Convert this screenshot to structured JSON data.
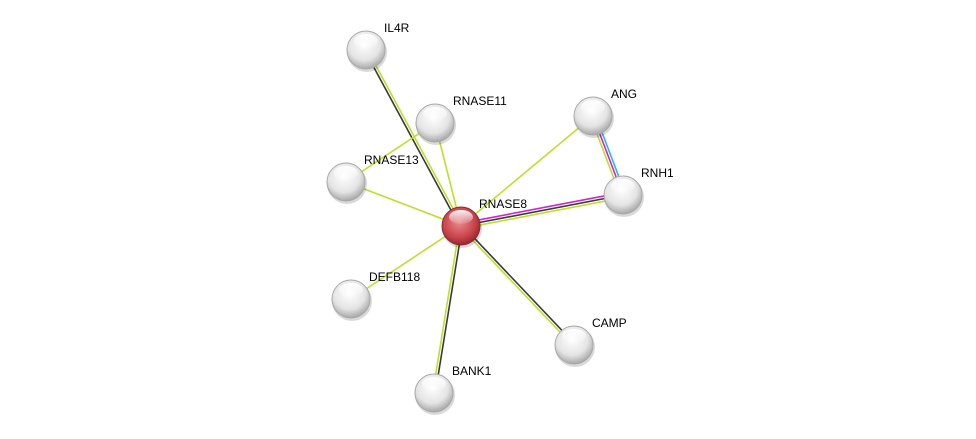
{
  "edge_colors": {
    "textmining": "#bfdf2a",
    "coexpression": "#3a3a3a",
    "experiments": "#d81fd8",
    "database": "#1fc0e8"
  },
  "nodes": [
    {
      "id": "RNASE8",
      "label": "RNASE8",
      "color": "#c8424a",
      "query": true
    },
    {
      "id": "IL4R",
      "label": "IL4R",
      "color": "#e0e0e0"
    },
    {
      "id": "RNASE11",
      "label": "RNASE11",
      "color": "#e0e0e0"
    },
    {
      "id": "RNASE13",
      "label": "RNASE13",
      "color": "#e0e0e0"
    },
    {
      "id": "ANG",
      "label": "ANG",
      "color": "#e0e0e0"
    },
    {
      "id": "RNH1",
      "label": "RNH1",
      "color": "#e0e0e0"
    },
    {
      "id": "DEFB118",
      "label": "DEFB118",
      "color": "#e0e0e0"
    },
    {
      "id": "BANK1",
      "label": "BANK1",
      "color": "#e0e0e0"
    },
    {
      "id": "CAMP",
      "label": "CAMP",
      "color": "#e0e0e0"
    }
  ],
  "edges": [
    {
      "from": "RNASE8",
      "to": "IL4R",
      "evidence": [
        "coexpression",
        "textmining"
      ]
    },
    {
      "from": "RNASE8",
      "to": "RNASE11",
      "evidence": [
        "textmining"
      ]
    },
    {
      "from": "RNASE8",
      "to": "RNASE13",
      "evidence": [
        "textmining"
      ]
    },
    {
      "from": "RNASE13",
      "to": "RNASE11",
      "evidence": [
        "textmining"
      ]
    },
    {
      "from": "RNASE8",
      "to": "ANG",
      "evidence": [
        "textmining"
      ]
    },
    {
      "from": "RNASE8",
      "to": "RNH1",
      "evidence": [
        "experiments",
        "coexpression",
        "textmining"
      ]
    },
    {
      "from": "ANG",
      "to": "RNH1",
      "evidence": [
        "database",
        "experiments",
        "textmining"
      ]
    },
    {
      "from": "RNASE8",
      "to": "DEFB118",
      "evidence": [
        "textmining"
      ]
    },
    {
      "from": "RNASE8",
      "to": "BANK1",
      "evidence": [
        "coexpression",
        "textmining"
      ]
    },
    {
      "from": "RNASE8",
      "to": "CAMP",
      "evidence": [
        "coexpression",
        "textmining"
      ]
    }
  ]
}
